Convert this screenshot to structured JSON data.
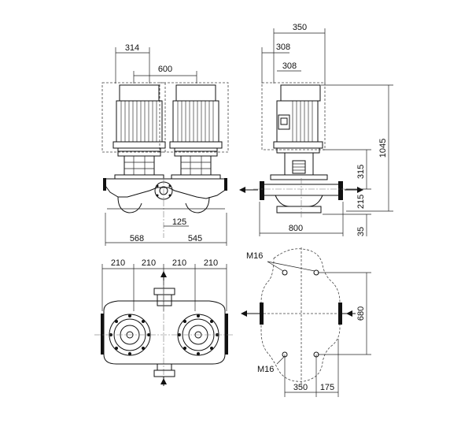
{
  "front_view": {
    "dims": {
      "motor_width": "314",
      "motor_spacing": "600",
      "branch_offset": "125",
      "left_length": "568",
      "right_length": "545"
    }
  },
  "side_view": {
    "dims": {
      "motor_depth": "350",
      "box_offset_a": "308",
      "box_offset_b": "308",
      "total_height": "1045",
      "port_height": "315",
      "foot_height": "215",
      "base_height": "35",
      "flange_length": "800"
    }
  },
  "plan_view": {
    "dims": {
      "d1": "210",
      "d2": "210",
      "d3": "210",
      "d4": "210"
    }
  },
  "foundation_view": {
    "dims": {
      "bolt_label_top": "M16",
      "bolt_label_bottom": "M16",
      "bolt_spacing_v": "680",
      "bolt_spacing_h": "350",
      "edge_offset": "175"
    }
  }
}
